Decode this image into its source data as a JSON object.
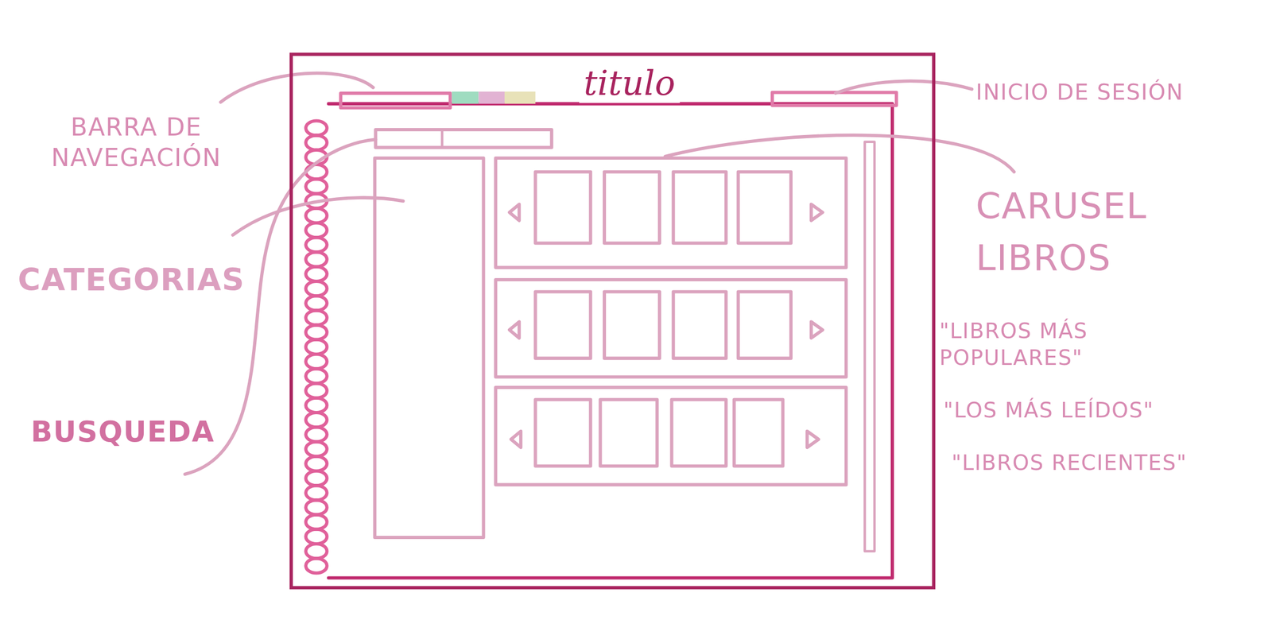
{
  "diagram": {
    "nodes": [
      {
        "text": [
          "titulo"
        ]
      }
    ],
    "labels": [
      "BARRA DE NAVEGACIÓN",
      "INICIO DE SESIÓN",
      "CATEGORIAS",
      "BUSQUEDA",
      "CARUSEL LIBROS",
      "\"LIBROS MÁS POPULARES\"",
      "\"LOS MÁS LEÍDOS\"",
      "\"LIBROS RECIENTES\""
    ]
  }
}
